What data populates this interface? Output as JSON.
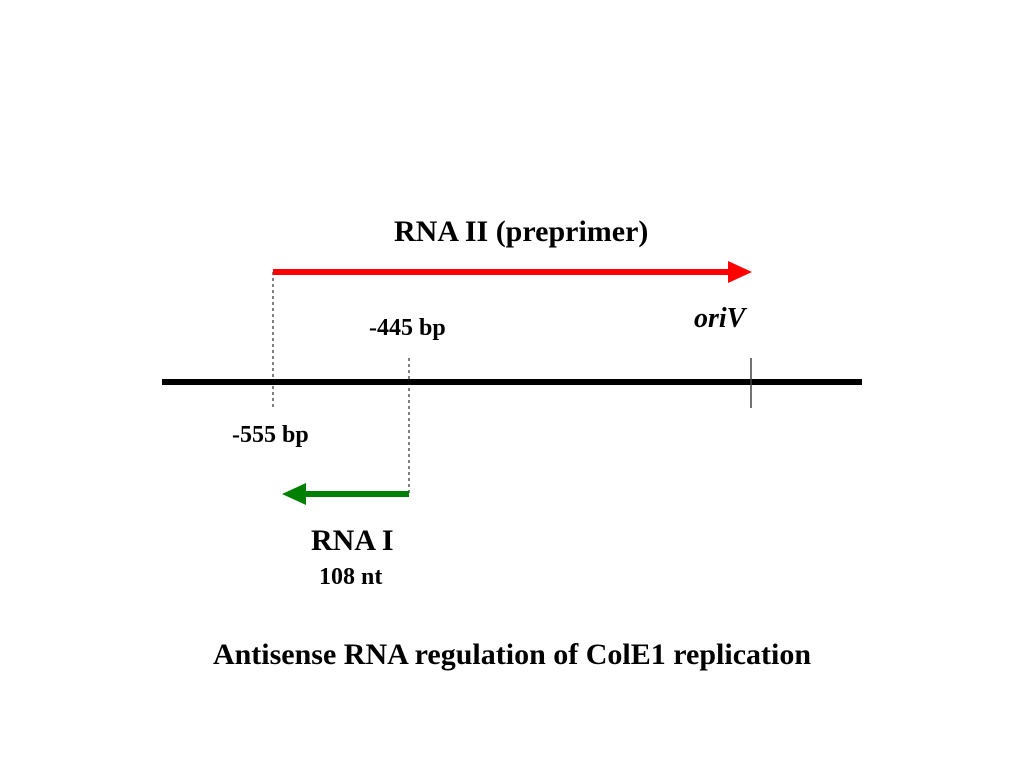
{
  "slide": {
    "caption": "Antisense RNA regulation of ColE1 replication"
  },
  "diagram": {
    "rna2": {
      "label": "RNA II (preprimer)",
      "color": "#ff0000"
    },
    "oriv": {
      "label": "oriV"
    },
    "rna1": {
      "label": "RNA I",
      "length": "108 nt",
      "color": "#008000"
    },
    "positions": {
      "bp445": "-445 bp",
      "bp555": "-555 bp"
    },
    "dna_color": "#000000"
  }
}
